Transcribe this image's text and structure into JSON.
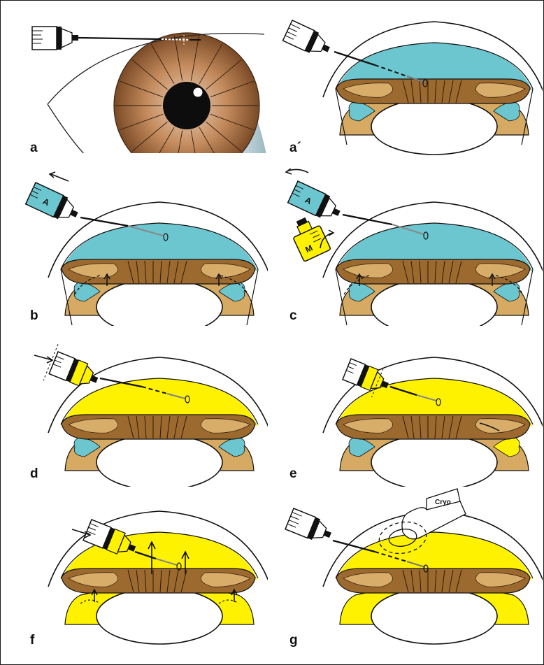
{
  "figure": {
    "panels": [
      {
        "id": "a",
        "label": "a"
      },
      {
        "id": "a2",
        "label": "a´"
      },
      {
        "id": "b",
        "label": "b",
        "syringe_mark": "A"
      },
      {
        "id": "c",
        "label": "c",
        "syringe_mark": "A",
        "bottle_mark": "M"
      },
      {
        "id": "d",
        "label": "d"
      },
      {
        "id": "e",
        "label": "e"
      },
      {
        "id": "f",
        "label": "f"
      },
      {
        "id": "g",
        "label": "g",
        "probe_label": "Cryo"
      }
    ]
  },
  "colors": {
    "iris_outer": "#7a4a26",
    "iris_inner": "#e8d2bc",
    "pupil": "#0d0d0d",
    "sclera_shadow": "#9ab8c2",
    "aqueous_blue": "#6cc6cf",
    "viscoelastic_yellow": "#fff200",
    "iris_dark": "#9c6a2e",
    "iris_light": "#d8ad6a",
    "ciliary_tan": "#d6aa62",
    "outline": "#111111"
  }
}
